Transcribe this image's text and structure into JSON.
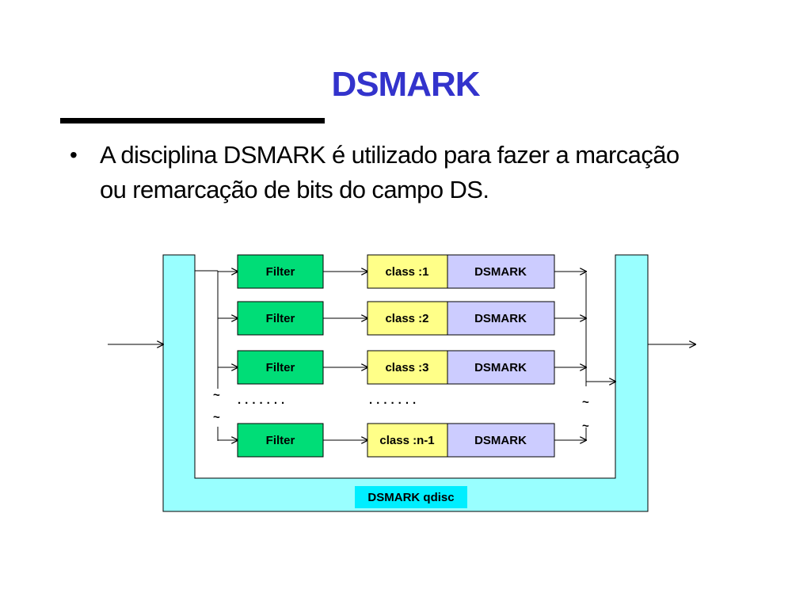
{
  "slide": {
    "title": "DSMARK",
    "bullets": [
      {
        "marker": "•",
        "line1": "A disciplina DSMARK é utilizado para fazer a marcação",
        "line2": "ou remarcação de bits do campo DS."
      }
    ]
  },
  "diagram": {
    "rows": [
      {
        "filter": "Filter",
        "class": "class :1",
        "marker": "DSMARK"
      },
      {
        "filter": "Filter",
        "class": "class :2",
        "marker": "DSMARK"
      },
      {
        "filter": "Filter",
        "class": "class :3",
        "marker": "DSMARK"
      },
      {
        "filter": "Filter",
        "class": "class :n-1",
        "marker": "DSMARK"
      }
    ],
    "ellipsis": "· · · · · · ·",
    "tilde": "~",
    "container_label": "DSMARK qdisc",
    "colors": {
      "container": "#99ffff",
      "label_bg": "#00eeff",
      "filter": "#00dd77",
      "class": "#ffff88",
      "marker": "#ccccff",
      "line": "#000000"
    }
  }
}
